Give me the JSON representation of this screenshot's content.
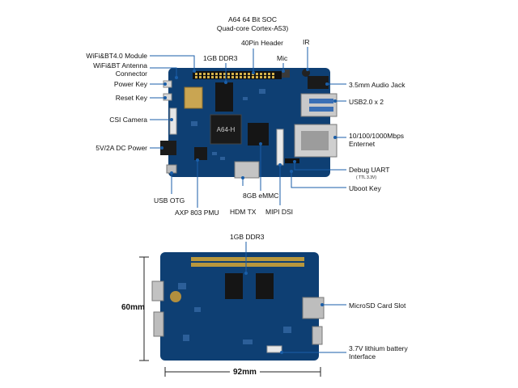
{
  "top_labels": {
    "soc_line1": "A64 64 Bit SOC",
    "soc_line2": "Quad-core Cortex-A53)",
    "gpio": "40Pin Header",
    "ir": "IR",
    "mic": "Mic",
    "ddr": "1GB DDR3",
    "wifi_module": "WiFi&BT4.0 Module",
    "antenna_line1": "WiFi&BT Antenna",
    "antenna_line2": "Connector",
    "power_key": "Power Key",
    "reset_key": "Reset Key",
    "csi": "CSI Camera",
    "dc_power": "5V/2A DC Power",
    "usb_otg": "USB OTG",
    "pmu": "AXP 803 PMU",
    "hdmi": "HDM  TX",
    "emmc": "8GB eMMC",
    "mipi": "MIPI DSI",
    "audio": "3.5mm Audio Jack",
    "usb2": "USB2.0 x 2",
    "ethernet_line1": "10/100/1000Mbps",
    "ethernet_line2": "Enternet",
    "uart": "Debug UART",
    "uart_note": "( TTL 3.3V)",
    "uboot": "Uboot Key"
  },
  "chip_text": "A64-H",
  "bottom_labels": {
    "ddr": "1GB DDR3",
    "microsd": "MicroSD Card Slot",
    "battery_line1": "3.7V lithium battery",
    "battery_line2": "Interface",
    "height": "60mm",
    "width": "92mm"
  },
  "colors": {
    "pcb": "#0e3f73",
    "pcb_dark": "#0a2f58",
    "leader": "#1a5ea8"
  }
}
